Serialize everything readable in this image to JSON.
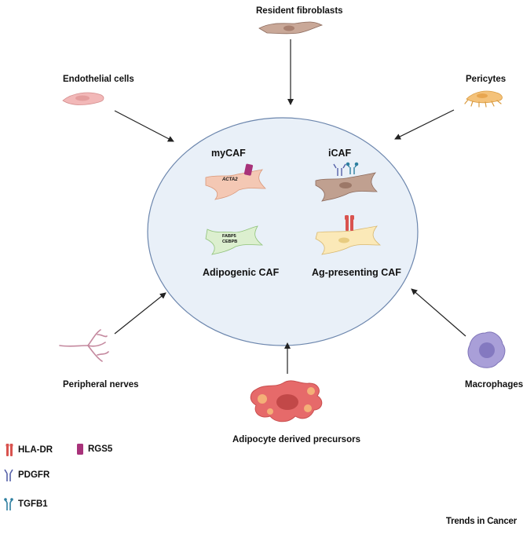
{
  "sources": {
    "resident_fibroblasts": "Resident fibroblasts",
    "endothelial_cells": "Endothelial cells",
    "pericytes": "Pericytes",
    "peripheral_nerves": "Peripheral nerves",
    "macrophages": "Macrophages",
    "adipocyte_precursors": "Adipocyte derived precursors"
  },
  "caf_subtypes": {
    "mycaf": {
      "label": "myCAF",
      "marker": "ACTA2"
    },
    "icaf": {
      "label": "iCAF"
    },
    "adipogenic": {
      "label": "Adipogenic CAF",
      "marker_1": "FABP5",
      "marker_2": "CEBPB"
    },
    "ag_presenting": {
      "label": "Ag-presenting CAF"
    }
  },
  "legend": [
    {
      "label": "HLA-DR",
      "icon": "hla-dr-icon",
      "color": "#d9534f"
    },
    {
      "label": "RGS5",
      "icon": "rgs5-icon",
      "color": "#a8327a"
    },
    {
      "label": "PDGFR",
      "icon": "pdgfr-icon",
      "color": "#5560a8"
    },
    {
      "label": "TGFB1",
      "icon": "tgfb1-icon",
      "color": "#2e7fa0"
    }
  ],
  "brand": "Trends in Cancer",
  "colors": {
    "circle_fill": "#e9f0f8",
    "circle_stroke": "#6c86ad",
    "fibroblast": "#c9a898",
    "endothelial": "#f2b8b8",
    "pericyte": "#f0b060",
    "nerve": "#c4889e",
    "macrophage": "#9d93cf",
    "adipocyte": "#e66a6a"
  }
}
